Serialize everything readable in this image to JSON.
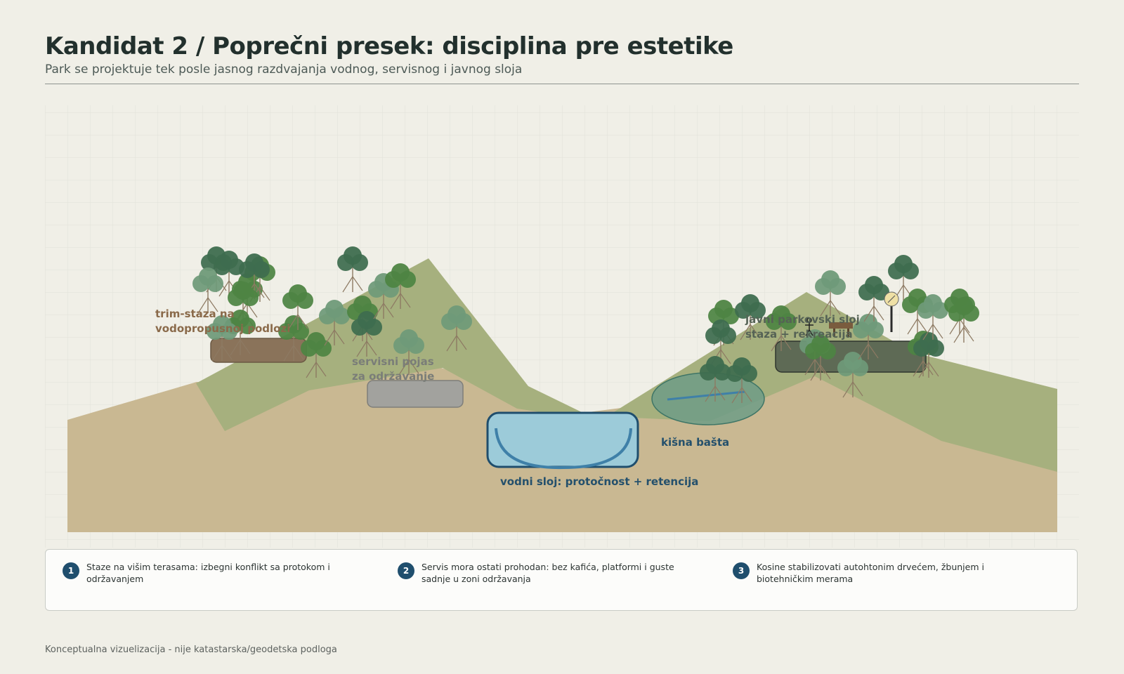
{
  "header": {
    "title": "Kandidat 2 / Poprečni presek: disciplina pre estetike",
    "subtitle": "Park se projektuje tek posle jasnog razdvajanja vodnog, servisnog i javnog sloja"
  },
  "labels": {
    "trim_line1": "trim-staza na",
    "trim_line2": "vodopropusnoj podlozi",
    "service_line1": "servisni pojas",
    "service_line2": "za održavanje",
    "rain_garden": "kišna bašta",
    "water_layer": "vodni sloj: protočnost + retencija",
    "public_line1": "javni parkovski sloj",
    "public_line2": "staza + rekreacija"
  },
  "notes": [
    {
      "num": "1",
      "text": "Staze na višim terasama: izbegni konflikt sa protokom i održavanjem"
    },
    {
      "num": "2",
      "text": "Servis mora ostati prohodan: bez kafića, platformi i guste sadnje u zoni održavanja"
    },
    {
      "num": "3",
      "text": "Kosine stabilizovati autohtonim drvećem, žbunjem i biotehničkim merama"
    }
  ],
  "footer": "Konceptualna vizuelizacija - nije katastarska/geodetska podloga",
  "colors": {
    "soil": "#c9b892",
    "vegetation": "#a6b07e",
    "water": "#9ccbd9",
    "water_stroke": "#1f4e6d",
    "rain_garden": "#6e9c86",
    "service_band": "#a2a29e",
    "trim_path": "#8a735a",
    "public_path": "#5e6a55",
    "tree_dark": "#3e6d4f",
    "tree_mid": "#4e8443",
    "tree_light": "#6f9a79",
    "label_brown": "#8a6a4a",
    "label_grey": "#7a7d78",
    "label_blue": "#24506c",
    "label_green": "#556255"
  }
}
